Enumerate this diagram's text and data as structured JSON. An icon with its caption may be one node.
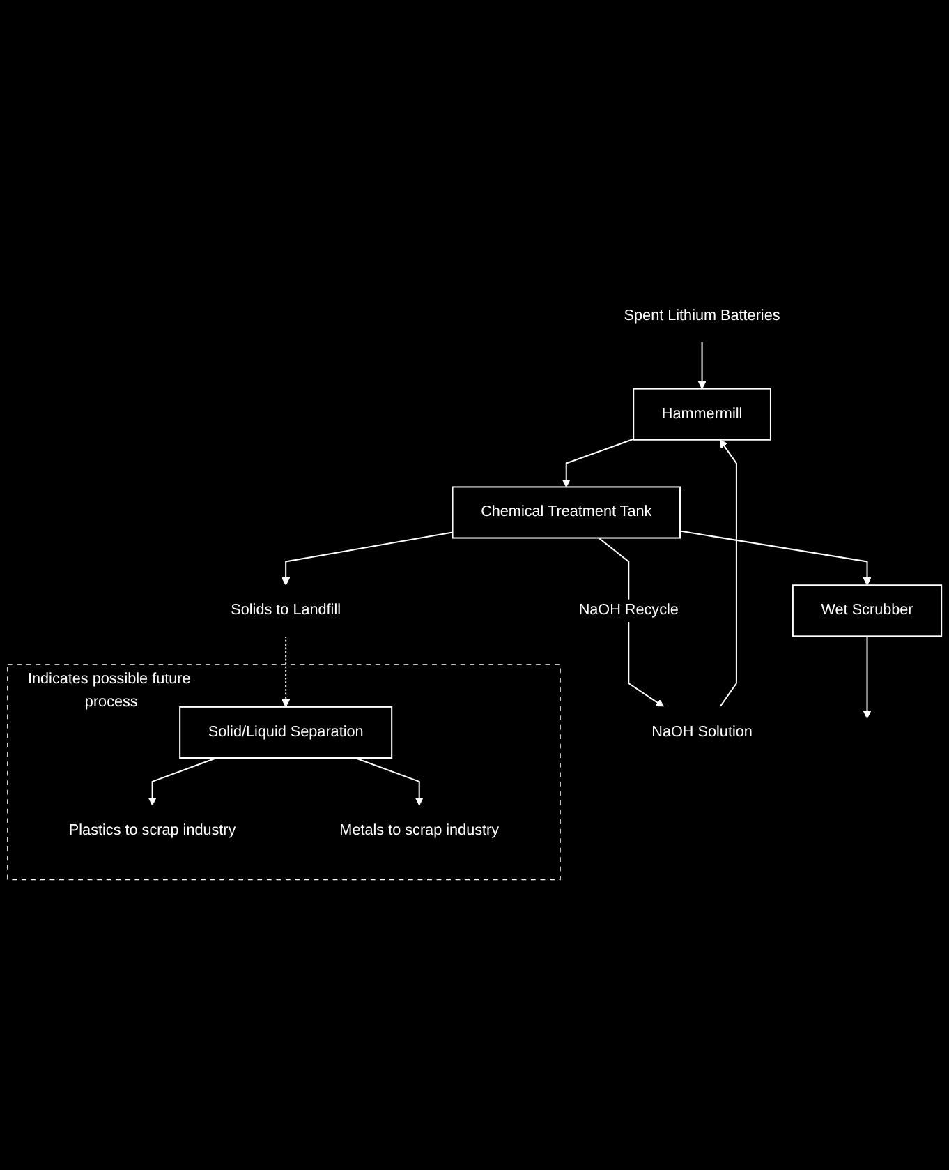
{
  "diagram": {
    "nodes": [
      {
        "text": [
          "Spent Lithium Batteries"
        ]
      },
      {
        "text": [
          "NaOH Solution"
        ]
      },
      {
        "text": [
          "Hammermill"
        ]
      },
      {
        "text": [
          "Wet Scrubber"
        ]
      },
      {
        "text": [
          "Chemical Treatment Tank"
        ]
      },
      {
        "text": [
          "Solids to Landfill"
        ]
      },
      {
        "text": [
          "Indicates possible future process"
        ]
      },
      {
        "text": [
          "Solid/Liquid Separation"
        ],
        "in": 6
      },
      {
        "text": [
          "Plastics to scrap industry"
        ],
        "in": 6
      },
      {
        "text": [
          "Metals to scrap industry"
        ],
        "in": 6
      }
    ],
    "edges": [
      {
        "from": 0,
        "to": 2,
        "arrow": "to"
      },
      {
        "from": 1,
        "to": 2,
        "arrow": "to"
      },
      {
        "from": 2,
        "to": 4,
        "arrow": "to"
      },
      {
        "from": 4,
        "to": 3,
        "arrow": "to"
      },
      {
        "from": 3,
        "to": null,
        "arrow": "to"
      },
      {
        "from": 4,
        "to": 1,
        "label": "NaOH Recycle",
        "arrow": "to"
      },
      {
        "from": 4,
        "to": 5,
        "arrow": "to"
      },
      {
        "from": 5,
        "to": 7,
        "arrow": "to",
        "style": "dashed"
      },
      {
        "from": 7,
        "to": 8,
        "arrow": "to"
      },
      {
        "from": 7,
        "to": 9,
        "arrow": "to"
      }
    ]
  }
}
